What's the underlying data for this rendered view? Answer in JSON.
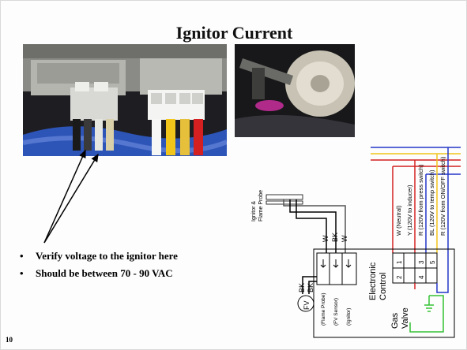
{
  "slide": {
    "title": "Ignitor Current",
    "number": "10",
    "bullets": [
      "Verify voltage to the ignitor here",
      "Should be between 70 - 90 VAC"
    ],
    "bullet_marker": "•"
  },
  "diagram": {
    "probe_label_1": "Ignitor &",
    "probe_label_2": "Flame Probe",
    "wire_w1": "W",
    "wire_bk": "BK",
    "wire_w2": "W",
    "pin_flame_probe": "(Flame Probe)",
    "pin_fv_sensor": "(FV Sensor)",
    "pin_ignitor": "(Ignitor)",
    "electronic": "Electronic",
    "control": "Control",
    "fv": "FV",
    "bk_a": "BK",
    "bk_b": "BK",
    "gas": "Gas",
    "valve": "Valve",
    "term_1": "1",
    "term_2": "2",
    "term_3": "3",
    "term_4": "4",
    "term_5": "5",
    "wire_neutral": "W  (Neutral)",
    "wire_inducer": "Y  (120V to inducer)",
    "wire_press": "R  (120V from press switch)",
    "wire_temp": "BL  (120V to temp switch)",
    "wire_onoff": "R  (120V from ON/OFF switch)"
  },
  "colors": {
    "wire_white": "#ffffff",
    "wire_yellow": "#f2c51a",
    "wire_red": "#d42020",
    "wire_blue": "#2536c8",
    "ground_green": "#35c235",
    "cable_blue": "#2d55b8"
  }
}
